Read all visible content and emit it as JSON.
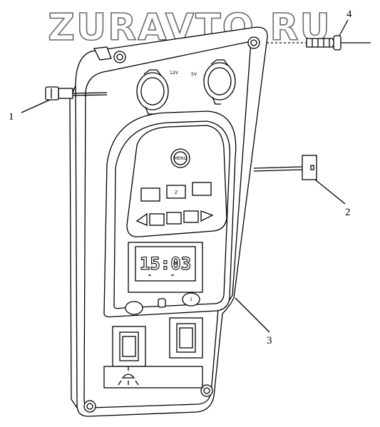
{
  "watermark": "ZURAVTO.RU",
  "callouts": [
    "1",
    "2",
    "3",
    "4"
  ],
  "socket_labels": [
    "12V",
    "5V"
  ],
  "display": {
    "clock": "15:03",
    "top_button": "MENU",
    "mid_button": "Z",
    "right_button": "1"
  }
}
